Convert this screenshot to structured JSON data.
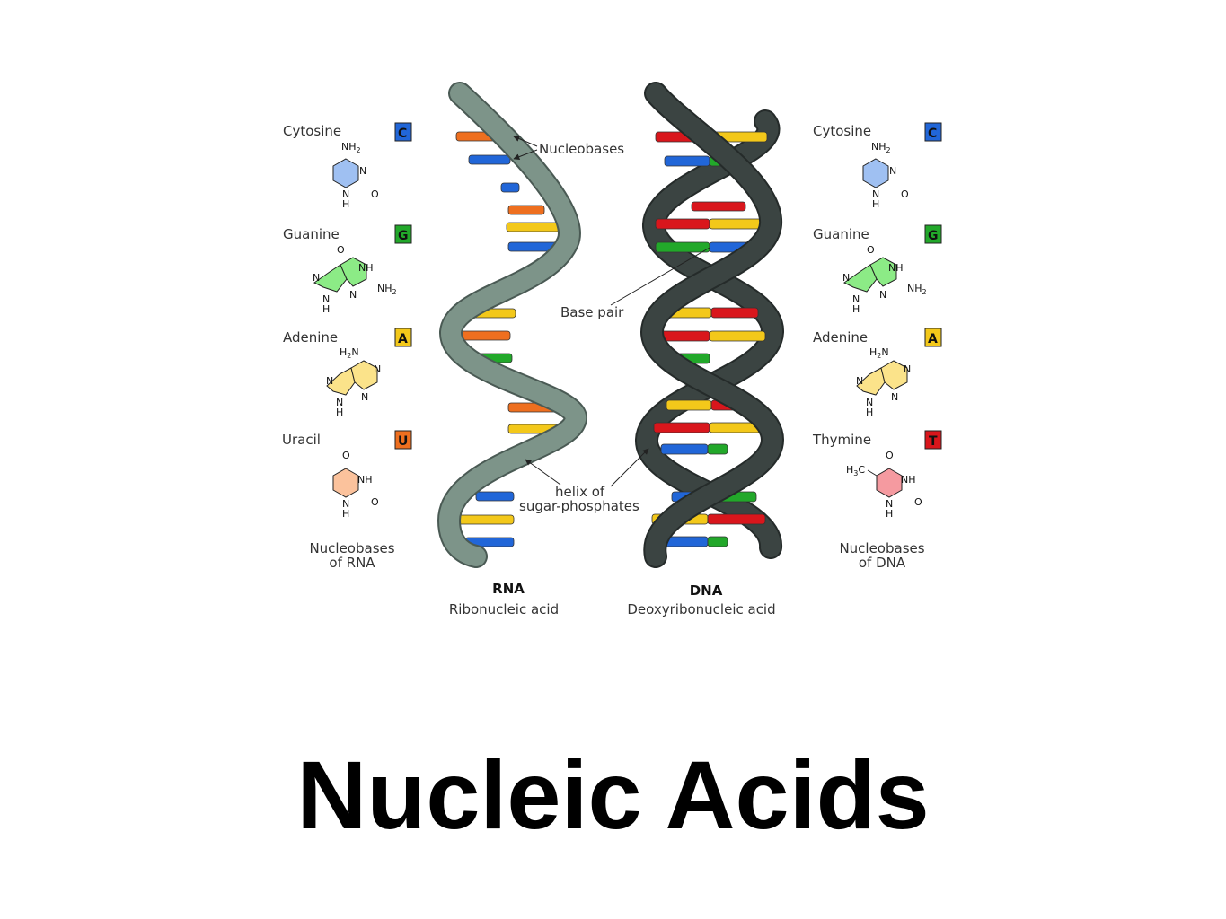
{
  "title": "Nucleic Acids",
  "colors": {
    "cytosine": "#2166d8",
    "guanine": "#22a82a",
    "adenine": "#f3c81a",
    "uracil": "#ee6f1f",
    "thymine": "#d9161c",
    "rna_backbone": "#7d9489",
    "dna_backbone": "#3b4442"
  },
  "rna_bases": {
    "heading": "Nucleobases\nof RNA",
    "heading_line1": "Nucleobases",
    "heading_line2": "of RNA",
    "items": [
      {
        "name": "Cytosine",
        "letter": "C",
        "color": "#2166d8",
        "fill": "#9fc0f2"
      },
      {
        "name": "Guanine",
        "letter": "G",
        "color": "#22a82a",
        "fill": "#8ceb86"
      },
      {
        "name": "Adenine",
        "letter": "A",
        "color": "#f3c81a",
        "fill": "#fbe38a"
      },
      {
        "name": "Uracil",
        "letter": "U",
        "color": "#ee6f1f",
        "fill": "#fbc29c"
      }
    ]
  },
  "dna_bases": {
    "heading_line1": "Nucleobases",
    "heading_line2": "of DNA",
    "items": [
      {
        "name": "Cytosine",
        "letter": "C",
        "color": "#2166d8",
        "fill": "#9fc0f2"
      },
      {
        "name": "Guanine",
        "letter": "G",
        "color": "#22a82a",
        "fill": "#8ceb86"
      },
      {
        "name": "Adenine",
        "letter": "A",
        "color": "#f3c81a",
        "fill": "#fbe38a"
      },
      {
        "name": "Thymine",
        "letter": "T",
        "color": "#d9161c",
        "fill": "#f59aa0"
      }
    ]
  },
  "atoms": {
    "nh2": "NH",
    "h2n": "H",
    "n": "N",
    "h": "H",
    "o": "O",
    "nh": "NH",
    "h3c": "H",
    "two": "2",
    "three": "3",
    "c": "C"
  },
  "annotations": {
    "nucleobases": "Nucleobases",
    "base_pair": "Base pair",
    "helix_line1": "helix of",
    "helix_line2": "sugar-phosphates"
  },
  "rna": {
    "label": "RNA",
    "sublabel": "Ribonucleic acid"
  },
  "dna": {
    "label": "DNA",
    "sublabel": "Deoxyribonucleic acid"
  }
}
